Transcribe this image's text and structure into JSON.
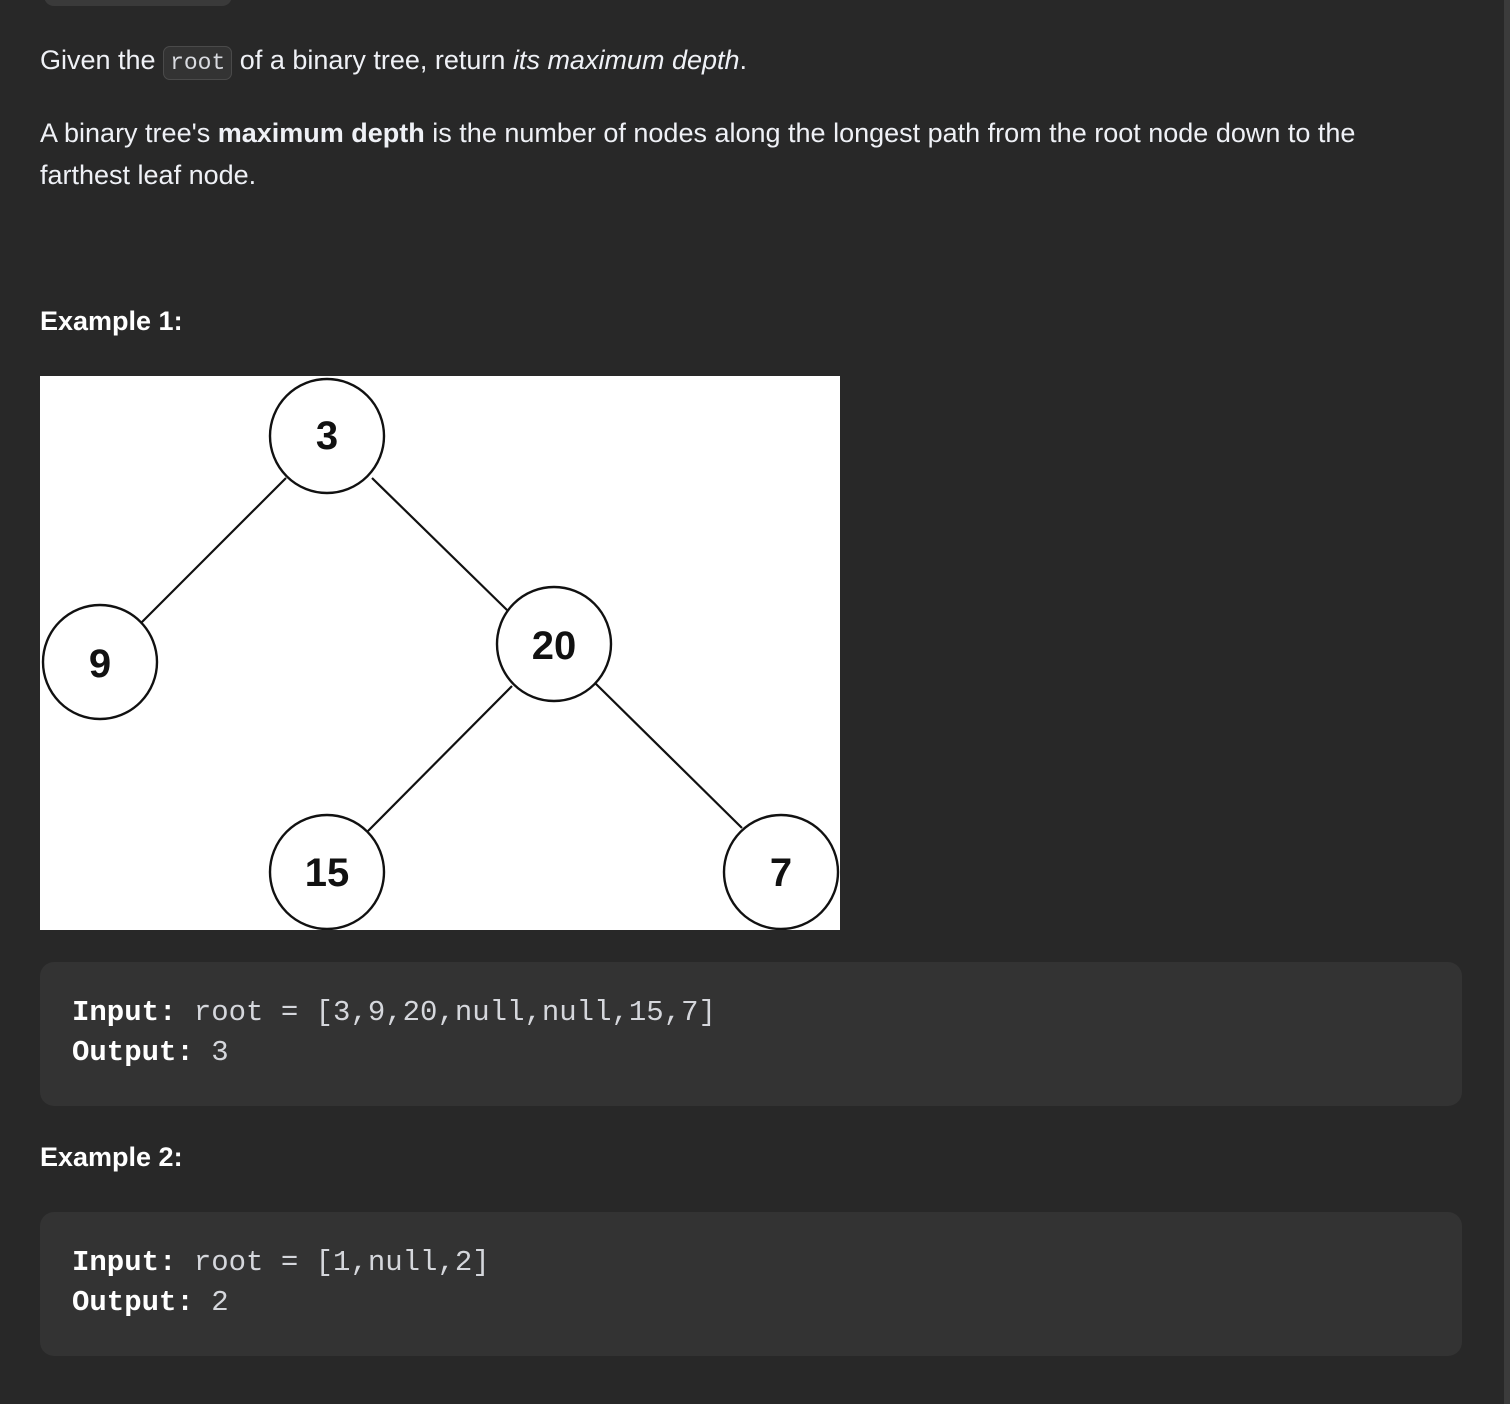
{
  "description": {
    "given": "Given the ",
    "root_code": "root",
    "rest": " of a binary tree, return ",
    "emphasis": "its maximum depth",
    "period": ".",
    "p2_prefix": "A binary tree's ",
    "p2_bold": "maximum depth",
    "p2_rest": " is the number of nodes along the longest path from the root node down to the farthest leaf node."
  },
  "examples": [
    {
      "heading": "Example 1:",
      "input_label": "Input:",
      "input_value": " root = [3,9,20,null,null,15,7]",
      "output_label": "Output:",
      "output_value": " 3"
    },
    {
      "heading": "Example 2:",
      "input_label": "Input:",
      "input_value": " root = [1,null,2]",
      "output_label": "Output:",
      "output_value": " 2"
    }
  ],
  "tree": {
    "root": "3",
    "left": "9",
    "right": "20",
    "right_left": "15",
    "right_right": "7"
  }
}
